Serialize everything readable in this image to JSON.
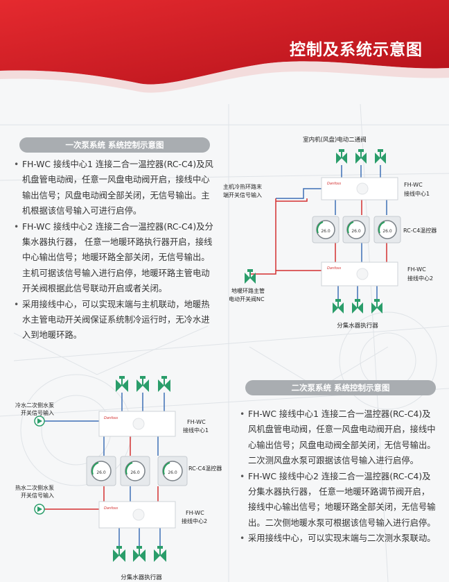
{
  "header": {
    "title": "控制及系统示意图"
  },
  "colors": {
    "brand_red": "#d7191c",
    "pipe_blue": "#3d6fb6",
    "pipe_red": "#d32f2f",
    "valve_green": "#2a9d6a"
  },
  "section1": {
    "heading": "一次泵系统 系统控制示意图",
    "bullets": [
      "FH-WC 接线中心1 连接二合一温控器(RC-C4)及风机盘管电动阀，任意一风盘电动阀开启，接线中心输出信号；风盘电动阀全部关闭，无信号输出。主机根据该信号输入可进行启停。",
      "FH-WC 接线中心2 连接二合一温控器(RC-C4)及分集水器执行器， 任意一地暖环路执行器开启，接线中心输出信号；地暖环路全部关闭，无信号输出。主机可据该信号输入进行启停，地暖环路主管电动开关阀根据此信号联动开启或者关闭。",
      "采用接线中心，可以实现末端与主机联动，地暖热水主管电动开关阀保证系统制冷运行时，无冷水进入到地暖环路。"
    ],
    "diagram": {
      "top_label": "室内机(风盘)电动二通阀",
      "left_signal": "主机冷热环路末端开关信号输入",
      "left_signal_lines": [
        "主机冷热环路末",
        "端开关信号输入"
      ],
      "hub1_label_lines": [
        "FH-WC",
        "接线中心1"
      ],
      "thermostat_label": "RC-C4温控器",
      "thermostat_display": "26.0",
      "hub2_label_lines": [
        "FH-WC",
        "接线中心2"
      ],
      "valve_label_lines": [
        "地暖环路主管",
        "电动开关阀NC"
      ],
      "bottom_label": "分集水器执行器",
      "brand": "Danfoss"
    }
  },
  "section2": {
    "heading": "二次泵系统 系统控制示意图",
    "bullets": [
      "FH-WC 接线中心1 连接二合一温控器(RC-C4)及风机盘管电动阀，任意一风盘电动阀开启，接线中心输出信号；风盘电动阀全部关闭，无信号输出。二次测风盘水泵可跟据该信号输入进行启停。",
      "FH-WC 接线中心2 连接二合一温控器(RC-C4)及分集水器执行器， 任意一地暖环路调节阀开启，接线中心输出信号；地暖环路全部关闭，无信号输出。二次侧地暖水泵可根据该信号输入进行启停。",
      "采用接线中心，可以实现末端与二次测水泵联动。"
    ],
    "diagram": {
      "pump1_lines": [
        "冷水二次侧水泵",
        "开关信号输入"
      ],
      "pump2_lines": [
        "热水二次侧水泵",
        "开关信号输入"
      ],
      "hub1_label_lines": [
        "FH-WC",
        "接线中心1"
      ],
      "thermostat_label": "RC-C4温控器",
      "thermostat_display": "26.0",
      "hub2_label_lines": [
        "FH-WC",
        "接线中心2"
      ],
      "bottom_label": "分集水器执行器",
      "brand": "Danfoss"
    }
  }
}
